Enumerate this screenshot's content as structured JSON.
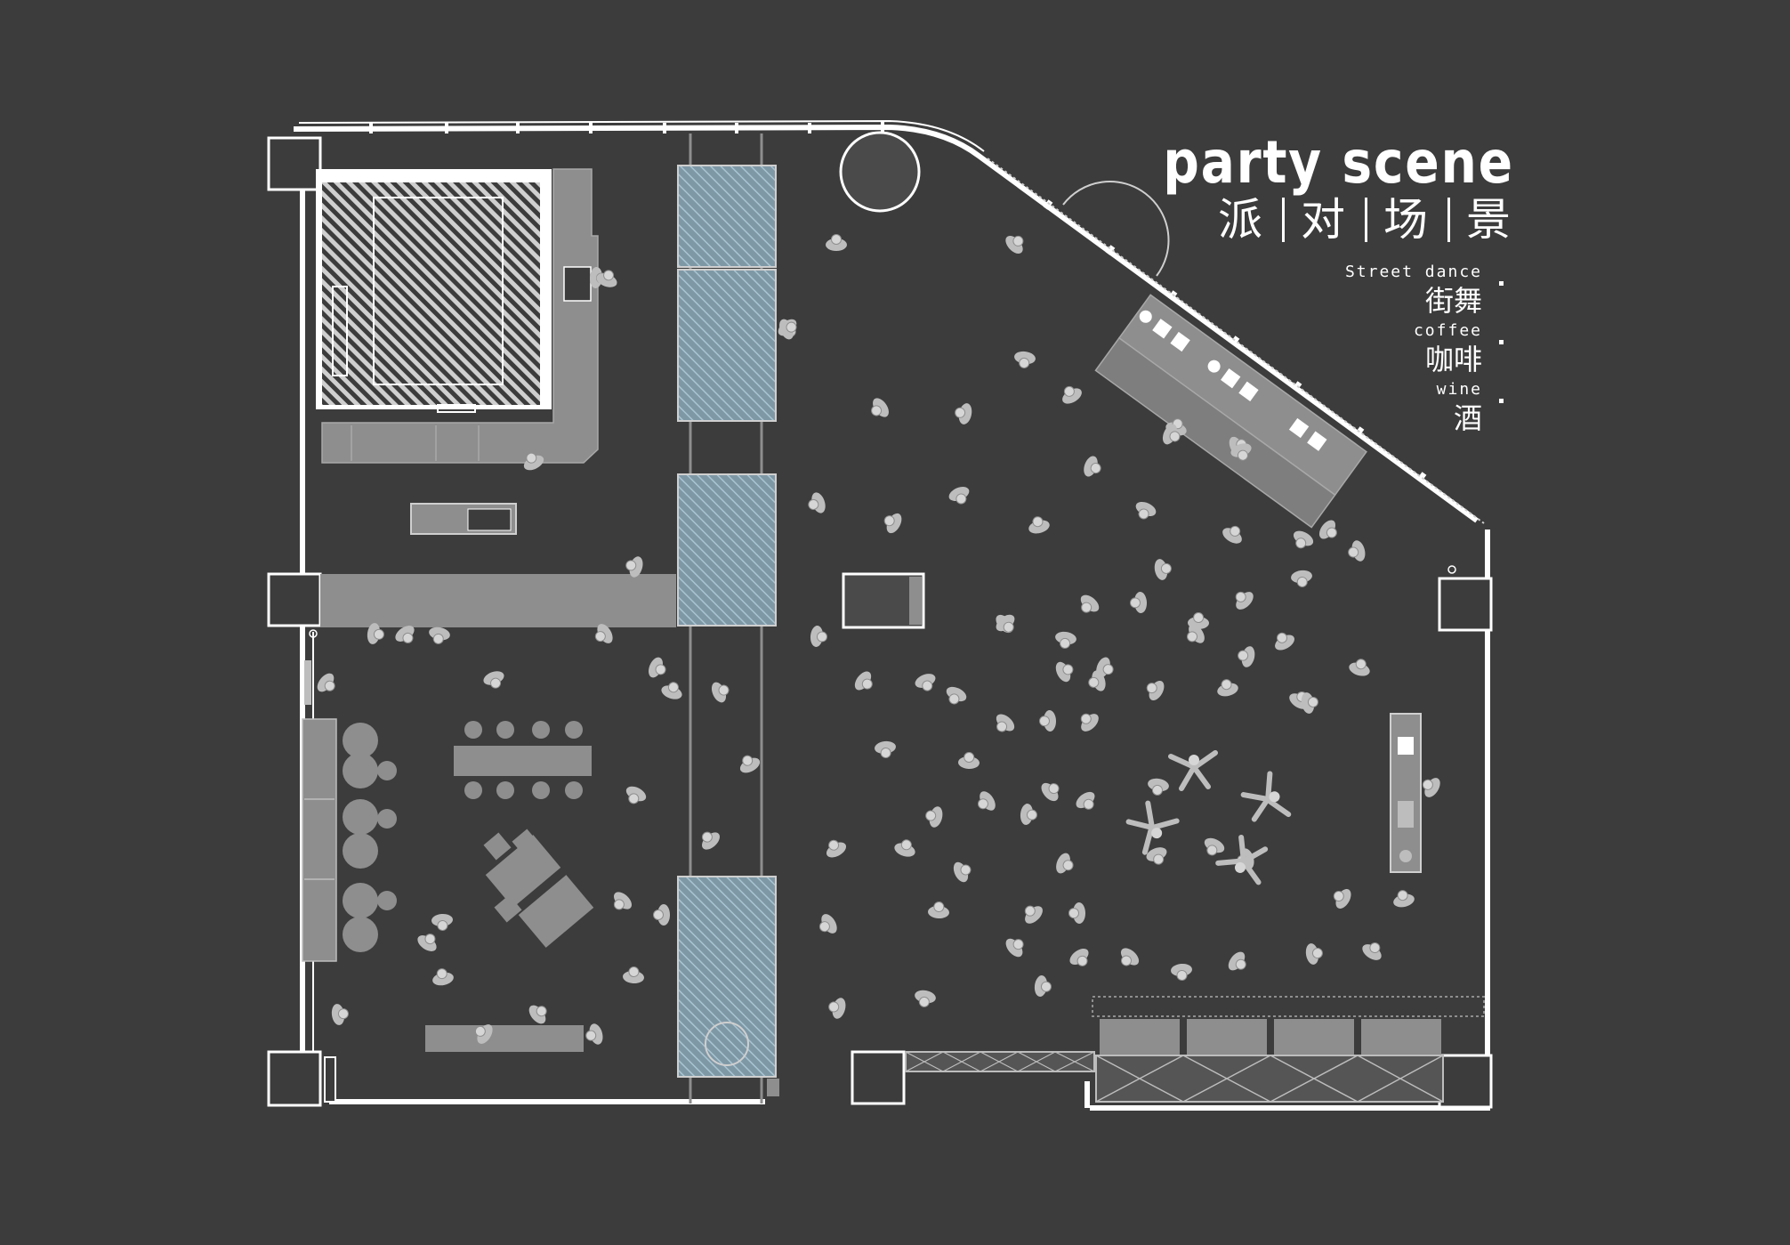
{
  "title": {
    "en": "party scene",
    "cn_chars": [
      "派",
      "对",
      "场",
      "景"
    ]
  },
  "legend": [
    {
      "en": "Street dance",
      "cn": "街舞"
    },
    {
      "en": "coffee",
      "cn": "咖啡"
    },
    {
      "en": "wine",
      "cn": "酒"
    }
  ],
  "colors": {
    "background": "#3c3c3c",
    "wall": "#ffffff",
    "furniture": "#8e8e8e",
    "figure": "#bdbdbd",
    "glass": "#8fb3c4",
    "column": "#4a4a4a"
  }
}
